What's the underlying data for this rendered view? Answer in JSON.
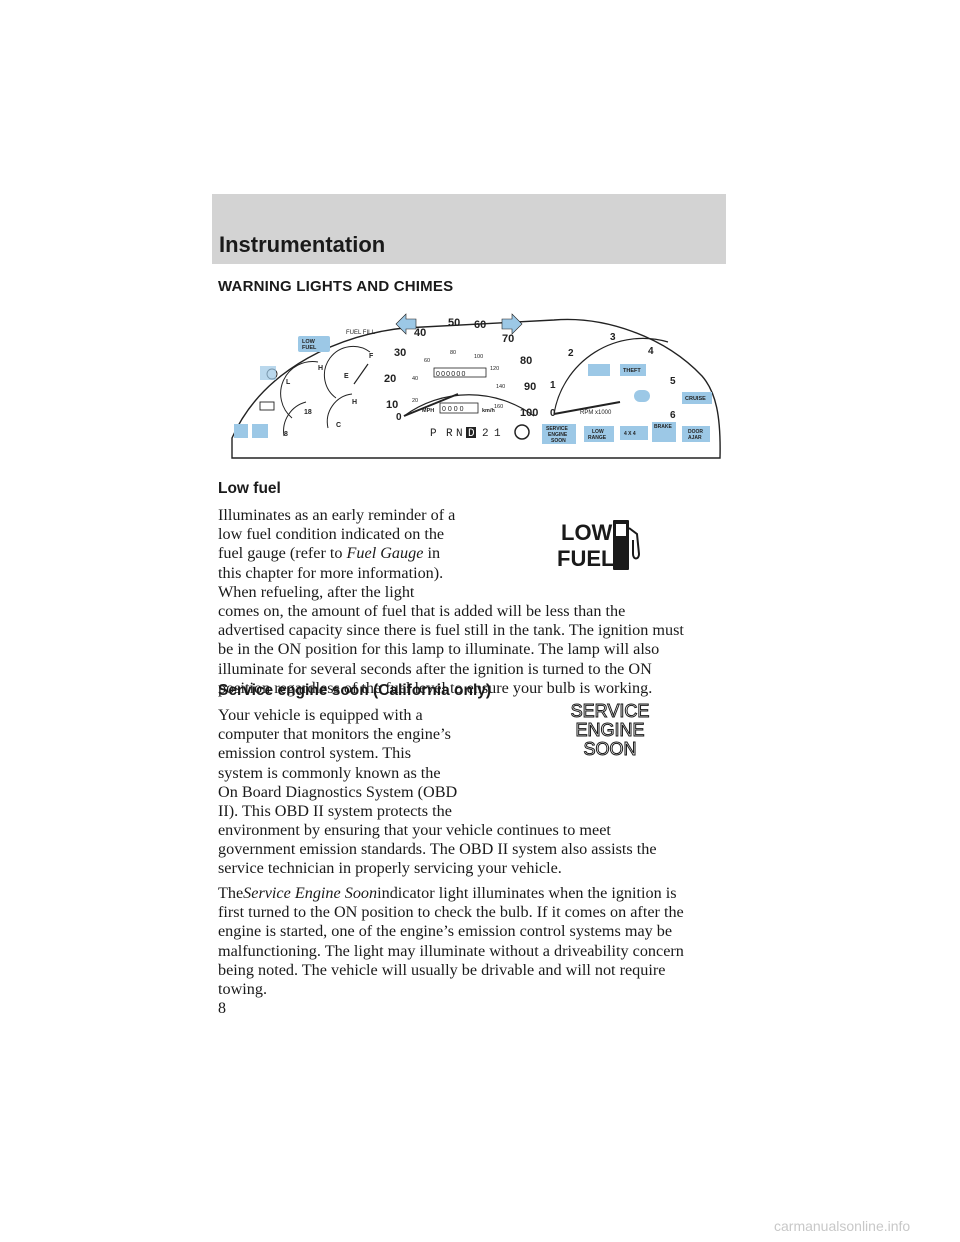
{
  "header": {
    "title": "Instrumentation"
  },
  "section": {
    "title": "WARNING LIGHTS AND CHIMES"
  },
  "cluster": {
    "fuel_fill": "FUEL FILL",
    "low_fuel": [
      "LOW",
      "FUEL"
    ],
    "fuel_gauge": {
      "full": "F",
      "empty": "E"
    },
    "oil_gauge": {
      "high": "H",
      "low": "L"
    },
    "volt_gauge": {
      "high": "18",
      "low": "8"
    },
    "temp_gauge": {
      "hot": "H",
      "cold": "C"
    },
    "speedo_mph": [
      "0",
      "10",
      "20",
      "30",
      "40",
      "50",
      "60",
      "70",
      "80",
      "90",
      "100"
    ],
    "speedo_kmh": [
      "20",
      "40",
      "60",
      "80",
      "100",
      "120",
      "140",
      "160"
    ],
    "mph_label": "MPH",
    "kmh_label": "km/h",
    "odometer": "000000",
    "trip": "0000",
    "prndl": [
      "P",
      "R",
      "N",
      "D",
      "2",
      "1"
    ],
    "tach": [
      "0",
      "1",
      "2",
      "3",
      "4",
      "5",
      "6"
    ],
    "rpm_label": "RPM x1000",
    "theft": "THEFT",
    "cruise": "CRUISE",
    "service_engine_soon": [
      "SERVICE",
      "ENGINE",
      "SOON"
    ],
    "low_range": [
      "LOW",
      "RANGE"
    ],
    "four_x_four": "4 X 4",
    "brake": "BRAKE",
    "door_ajar": [
      "DOOR",
      "AJAR"
    ],
    "lamp_color": "#9cc8e6"
  },
  "low_fuel_section": {
    "title": "Low fuel",
    "lines": [
      "Illuminates as an early reminder of a",
      "low fuel condition indicated on the",
      "fuel gauge (refer to ",
      "Fuel Gauge",
      " in",
      "this chapter for more information).",
      "When refueling, after the light",
      "comes on, the amount of fuel that is added will be less than the",
      "advertised capacity since there is fuel still in the tank. The ignition must",
      "be in the ON position for this lamp to illuminate. The lamp will also",
      "illuminate for several seconds after the ignition is turned to the ON",
      "position regardless of the fuel level to ensure your bulb is working."
    ],
    "icon_text": [
      "LOW",
      "FUEL"
    ]
  },
  "ses_section": {
    "title": "Service engine soon (California only)",
    "lines": [
      "Your vehicle is equipped with a",
      "computer that monitors the engine’s",
      "emission control system. This",
      "system is commonly known as the",
      "On Board Diagnostics System (OBD",
      "II). This OBD II system protects the",
      "environment by ensuring that your vehicle continues to meet",
      "government emission standards. The OBD II system also assists the",
      "service technician in properly servicing your vehicle."
    ],
    "icon_text": [
      "SERVICE",
      "ENGINE",
      "SOON"
    ],
    "p2_the": "The",
    "p2_italic": "Service Engine Soon",
    "p2_lines": [
      "indicator light illuminates when the ignition is",
      "first turned to the ON position to check the bulb. If it comes on after the",
      "engine is started, one of the engine’s emission control systems may be",
      "malfunctioning. The light may illuminate without a driveability concern",
      "being noted. The vehicle will usually be drivable and will not require",
      "towing."
    ]
  },
  "footer": {
    "page_number": "8",
    "watermark": "carmanualsonline.info"
  }
}
